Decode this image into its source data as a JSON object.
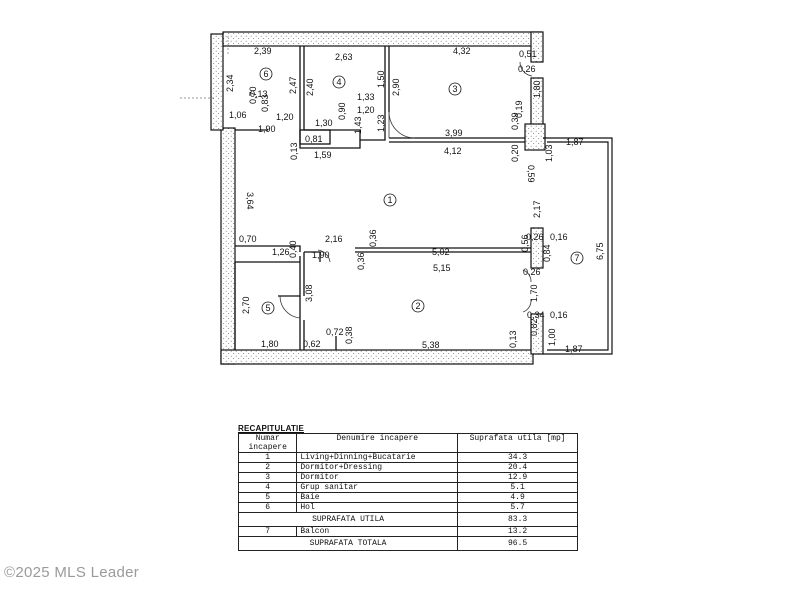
{
  "plan": {
    "rooms": [
      {
        "id": "1",
        "label": "1"
      },
      {
        "id": "2",
        "label": "2"
      },
      {
        "id": "3",
        "label": "3"
      },
      {
        "id": "4",
        "label": "4"
      },
      {
        "id": "5",
        "label": "5"
      },
      {
        "id": "6",
        "label": "6"
      },
      {
        "id": "7",
        "label": "7"
      }
    ],
    "dimensions": [
      "2,39",
      "2,63",
      "4,32",
      "0,51",
      "2,34",
      "2,47",
      "2,40",
      "1,50",
      "2,90",
      "0,26",
      "0,70",
      "0,13",
      "0,83",
      "1,33",
      "1,20",
      "1,80",
      "1,06",
      "1,20",
      "1,30",
      "0,90",
      "1,43",
      "1,23",
      "0,81",
      "0,19",
      "1,90",
      "3,99",
      "0,39",
      "1,87",
      "0,13",
      "1,59",
      "4,12",
      "0,20",
      "0,59",
      "1,03",
      "3,64",
      "2,17",
      "6,75",
      "0,70",
      "2,16",
      "0,40",
      "0,36",
      "5,02",
      "0,26",
      "0,56",
      "0,16",
      "1,26",
      "1,90",
      "0,36",
      "5,15",
      "0,84",
      "3,08",
      "0,26",
      "2,70",
      "1,70",
      "0,34",
      "0,16",
      "0,72",
      "0,38",
      "0,13",
      "0,82",
      "1,80",
      "0,62",
      "5,38",
      "1,00",
      "1,87"
    ]
  },
  "table": {
    "title": "RECAPITULATIE",
    "headers": {
      "number": "Numar incapere",
      "name": "Denumire incapere",
      "area": "Suprafata utila [mp]"
    },
    "rows": [
      {
        "number": "1",
        "name": "Living+Dinning+Bucatarie",
        "area": "34.3"
      },
      {
        "number": "2",
        "name": "Dormitor+Dressing",
        "area": "20.4"
      },
      {
        "number": "3",
        "name": "Dormitor",
        "area": "12.9"
      },
      {
        "number": "4",
        "name": "Grup sanitar",
        "area": "5.1"
      },
      {
        "number": "5",
        "name": "Baie",
        "area": "4.9"
      },
      {
        "number": "6",
        "name": "Hol",
        "area": "5.7"
      }
    ],
    "useful_total": {
      "label": "SUPRAFATA UTILA",
      "area": "83.3"
    },
    "balcony": {
      "number": "7",
      "name": "Balcon",
      "area": "13.2"
    },
    "grand_total": {
      "label": "SUPRAFATA TOTALA",
      "area": "96.5"
    }
  },
  "watermark": "©2025 MLS Leader"
}
